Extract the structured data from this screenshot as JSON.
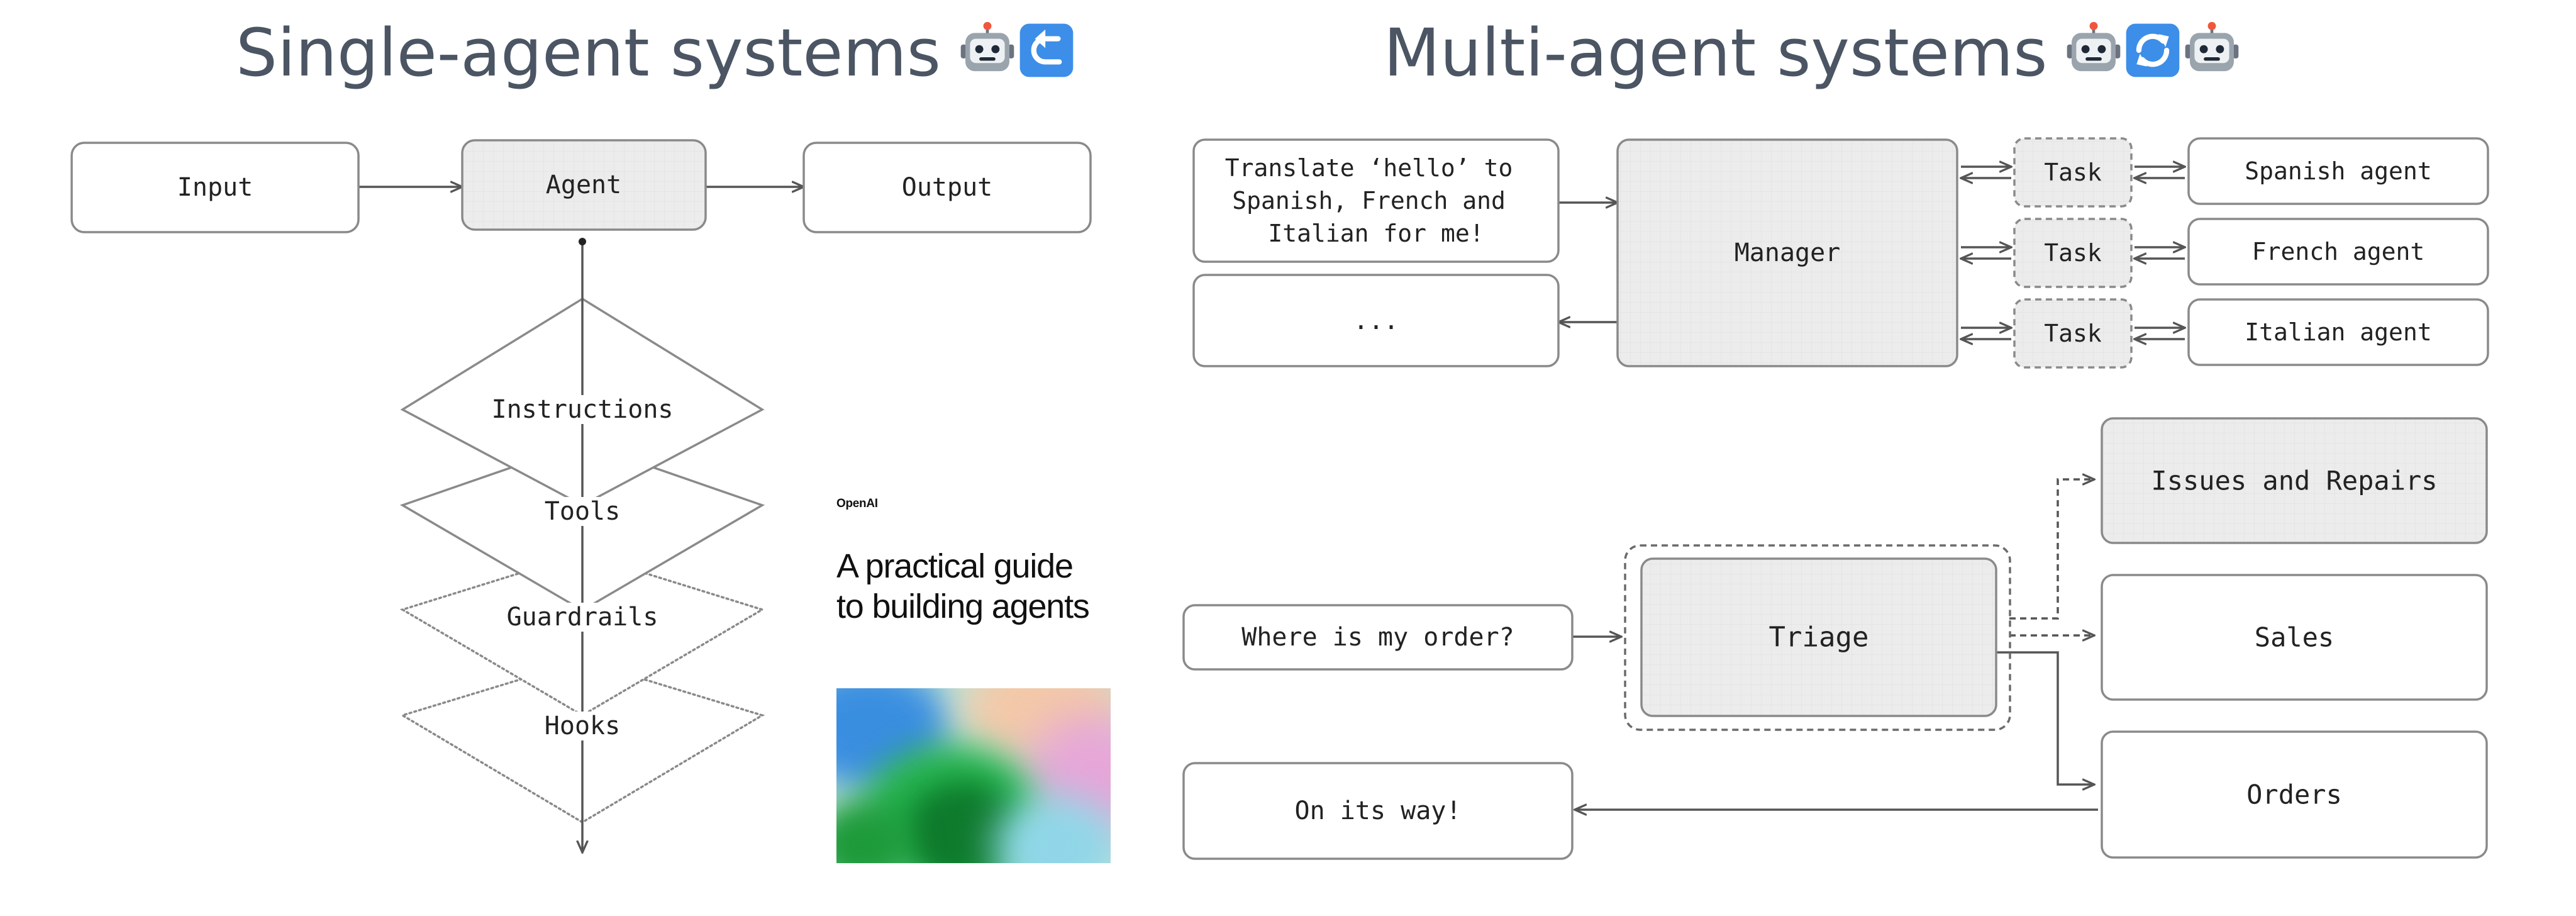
{
  "left_panel": {
    "heading": "Single-agent systems",
    "heading_emoji": [
      "robot-icon",
      "return-arrow-icon"
    ],
    "input_label": "Input",
    "agent_label": "Agent",
    "output_label": "Output",
    "layers": [
      "Instructions",
      "Tools",
      "Guardrails",
      "Hooks"
    ]
  },
  "cover": {
    "brand": "OpenAI",
    "title": "A practical guide to building agents"
  },
  "right_panel": {
    "heading": "Multi-agent systems",
    "heading_emoji": [
      "robot-icon",
      "cycle-arrows-icon",
      "robot-icon"
    ],
    "manager": {
      "request_lines": [
        "Translate ‘hello’ to",
        "Spanish, French and",
        "Italian for me!"
      ],
      "response": "...",
      "manager_label": "Manager",
      "task_label": "Task",
      "agents": [
        "Spanish agent",
        "French agent",
        "Italian agent"
      ]
    },
    "decentralized": {
      "question": "Where is my order?",
      "triage_label": "Triage",
      "targets": [
        "Issues and Repairs",
        "Sales",
        "Orders"
      ],
      "reply": "On its way!"
    }
  },
  "colors": {
    "heading": "#4b5563",
    "box_border": "#8a8a8a",
    "highlight_fill": "#ececec",
    "robot_head": "#9aa4ad",
    "robot_antenna": "#f0563c",
    "emoji_blue": "#3c8ee8"
  }
}
